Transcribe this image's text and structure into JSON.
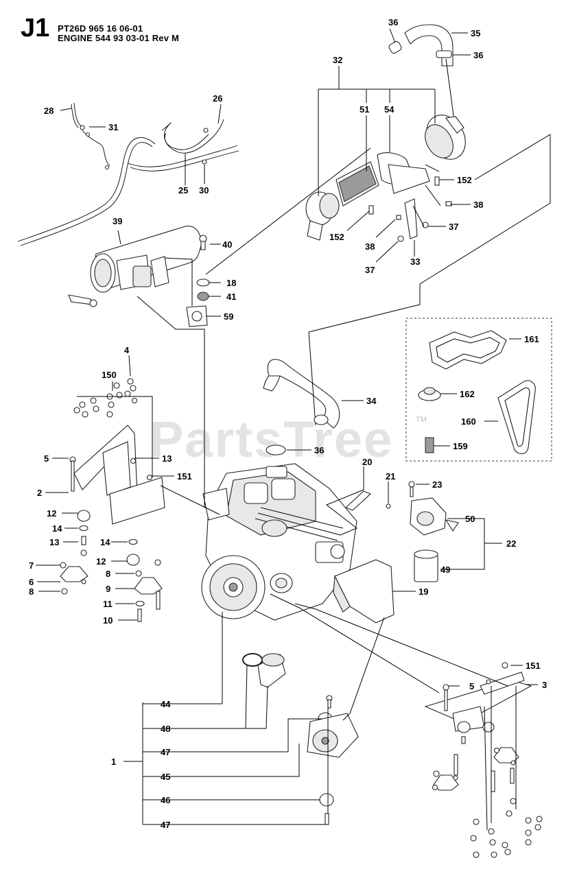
{
  "header": {
    "section": "J1",
    "line1": "PT26D 965 16 06-01",
    "line2": "ENGINE 544 93 03-01 Rev M"
  },
  "watermark": {
    "text": "PartsTree",
    "tm": "TM"
  },
  "callouts": [
    "1",
    "2",
    "3",
    "4",
    "5",
    "5",
    "6",
    "7",
    "8",
    "8",
    "8",
    "9",
    "10",
    "11",
    "12",
    "12",
    "13",
    "13",
    "14",
    "14",
    "18",
    "19",
    "20",
    "21",
    "22",
    "23",
    "25",
    "26",
    "28",
    "30",
    "31",
    "32",
    "33",
    "34",
    "35",
    "36",
    "36",
    "36",
    "37",
    "37",
    "38",
    "38",
    "39",
    "40",
    "41",
    "44",
    "45",
    "46",
    "47",
    "47",
    "48",
    "49",
    "50",
    "51",
    "54",
    "59",
    "150",
    "151",
    "151",
    "152",
    "152",
    "159",
    "160",
    "161",
    "162"
  ]
}
